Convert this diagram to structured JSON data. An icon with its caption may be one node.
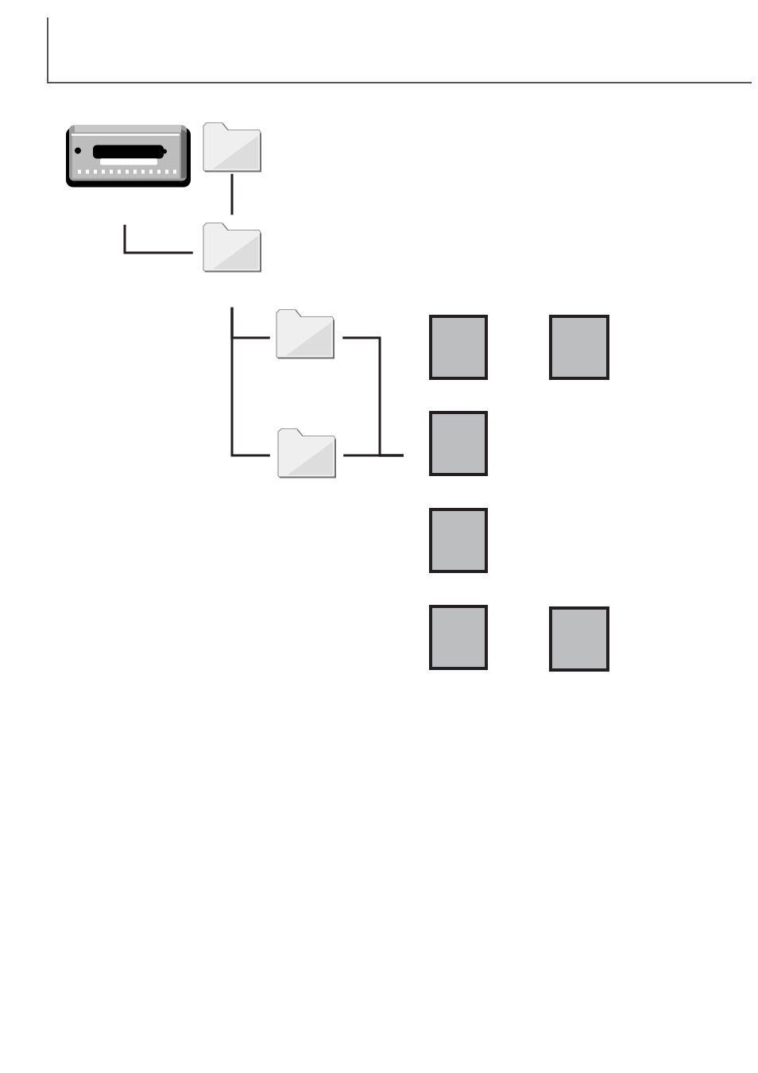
{
  "diagram": {
    "nodes": [
      {
        "text": [],
        "shape": "picture"
      },
      {
        "text": [],
        "shape": "folder"
      },
      {
        "text": [],
        "shape": "folder"
      },
      {
        "text": [],
        "shape": "folder"
      },
      {
        "text": [],
        "shape": "folder"
      },
      {
        "text": [],
        "shape": "box"
      },
      {
        "text": [],
        "shape": "box"
      },
      {
        "text": [],
        "shape": "box"
      },
      {
        "text": [],
        "shape": "box"
      },
      {
        "text": [],
        "shape": "box"
      },
      {
        "text": [],
        "shape": "box"
      }
    ],
    "edges": [
      {
        "from": 0,
        "to": 2,
        "arrow": "none"
      },
      {
        "from": 1,
        "to": 2,
        "arrow": "none"
      },
      {
        "from": 2,
        "to": 3,
        "arrow": "none"
      },
      {
        "from": 2,
        "to": 4,
        "arrow": "none"
      },
      {
        "from": 3,
        "to": null,
        "arrow": "none"
      },
      {
        "from": 4,
        "to": null,
        "arrow": "none"
      }
    ]
  }
}
